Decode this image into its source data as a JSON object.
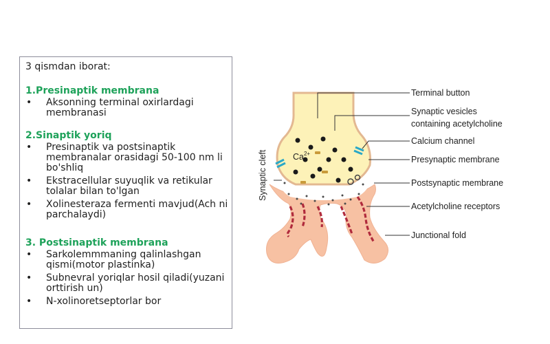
{
  "text_panel": {
    "intro": "3 qismdan iborat:",
    "sections": [
      {
        "title": "1.Presinaptik membrana",
        "bullets": [
          "Aksonning terminal oxirlardagi membranasi"
        ]
      },
      {
        "title": "2.Sinaptik yoriq",
        "bullets": [
          "Presinaptik va postsinaptik membranalar orasidagi 50-100 nm li bo'shliq",
          "Ekstracellular suyuqlik va retikular tolalar bilan to'lgan",
          "Xolinesteraza fermenti mavjud(Ach ni parchalaydi)"
        ]
      },
      {
        "title": "3. Postsinaptik membrana",
        "bullets": [
          "Sarkolemmmaning qalinlashgan qismi(motor plastinka)",
          "Subnevral yoriqlar hosil qiladi(yuzani orttirish un)",
          "N-xolinoretseptorlar bor"
        ]
      }
    ]
  },
  "diagram": {
    "side_label": "Synaptic cleft",
    "ion_label": "Ca",
    "ion_charge": "2+",
    "labels": {
      "terminal_button": "Terminal button",
      "vesicles_1": "Synaptic vesicles",
      "vesicles_2": "containing acetylcholine",
      "calcium_channel": "Calcium channel",
      "presynaptic": "Presynaptic membrane",
      "postsynaptic": "Postsynaptic membrane",
      "receptors": "Acetylcholine receptors",
      "junctional_fold": "Junctional fold"
    },
    "colors": {
      "terminal_fill": "#fdf2b8",
      "terminal_stroke": "#e3b891",
      "muscle_fill": "#f7c1a3",
      "receptor": "#b02a3c",
      "channel": "#2aa8c7",
      "section_title": "#1ea25a"
    }
  }
}
